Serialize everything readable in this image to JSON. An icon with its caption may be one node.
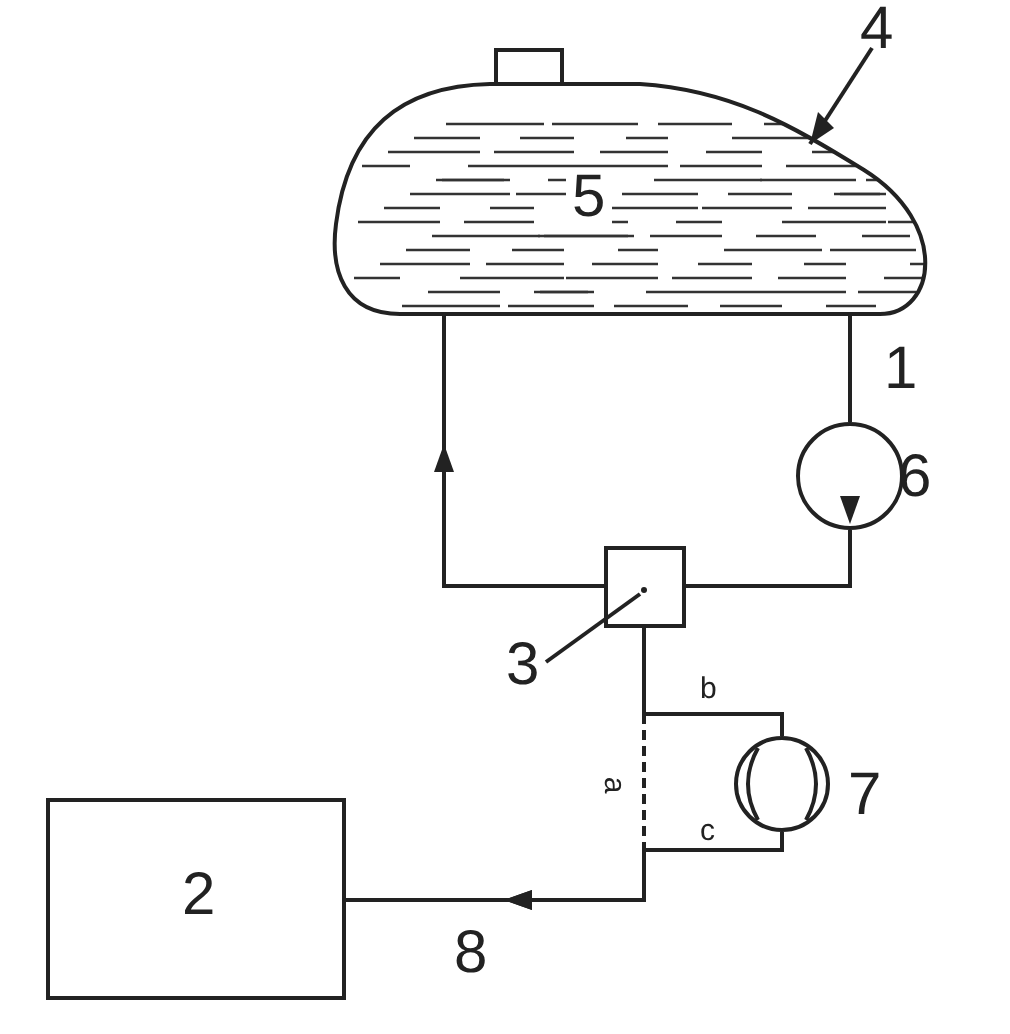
{
  "diagram": {
    "nodes": [
      {
        "text": [
          "5"
        ]
      },
      {
        "text": [],
        "shape": "circle",
        "beside": [
          "6"
        ]
      },
      {
        "text": [],
        "shape": "box"
      },
      {
        "text": [],
        "shape": "circle",
        "beside": [
          "7"
        ]
      },
      {
        "text": [
          "2"
        ]
      },
      {
        "text": [
          "4"
        ]
      },
      {
        "text": [
          "3"
        ]
      }
    ],
    "edges": [
      {
        "from": 0,
        "to": 1,
        "arrow": "none",
        "label": "1"
      },
      {
        "from": 1,
        "to": 2,
        "arrow": "to"
      },
      {
        "from": 2,
        "to": 0,
        "arrow": "to"
      },
      {
        "from": 2,
        "to": 3,
        "arrow": "none",
        "label": "b"
      },
      {
        "from": 2,
        "to": 4,
        "arrow": "to",
        "label": "a",
        "style": "dashed"
      },
      {
        "from": 3,
        "to": 4,
        "arrow": "to",
        "label": "c"
      },
      {
        "from": 5,
        "to": 0,
        "arrow": "to"
      },
      {
        "from": 6,
        "to": 2,
        "arrow": "none"
      }
    ],
    "labels": [
      "8"
    ]
  }
}
